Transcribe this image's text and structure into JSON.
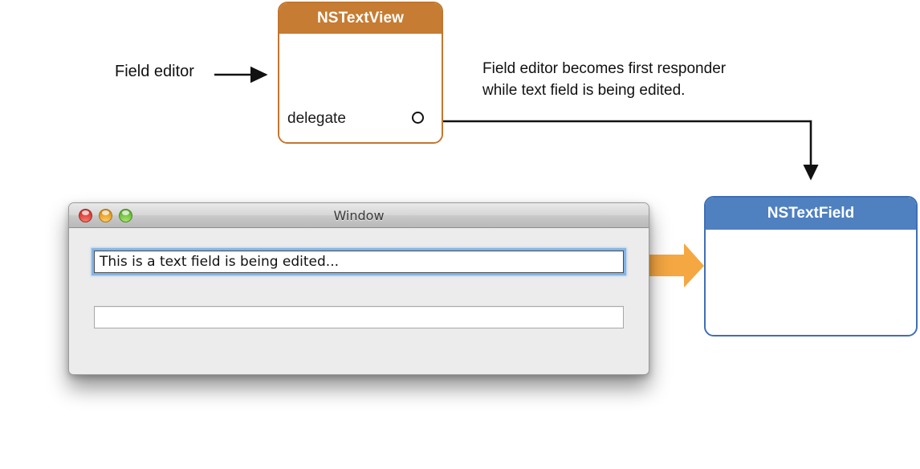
{
  "diagram": {
    "title_context": "Field editor and text field first responder relationship",
    "textview_box": {
      "class_name": "NSTextView",
      "outlet_label": "delegate",
      "socket_icon": "connection-socket-icon",
      "border_color": "#C2762D",
      "header_color": "#C67C32"
    },
    "textfield_box": {
      "class_name": "NSTextField",
      "border_color": "#3F6FB5",
      "header_color": "#4F80C0"
    },
    "annotations": {
      "field_editor_label": "Field editor",
      "callout_line_1": "Field editor becomes first responder",
      "callout_line_2": "while text field is being edited."
    },
    "connectors": {
      "pointer_arrow_color": "#111111",
      "delegate_arrow_color": "#111111",
      "emphasis_arrow_color": "#F5A games"
    }
  },
  "window": {
    "title": "Window",
    "traffic_lights": [
      {
        "name": "close-button",
        "color": "#e24b41"
      },
      {
        "name": "minimize-button",
        "color": "#eca72d"
      },
      {
        "name": "zoom-button",
        "color": "#79c83f"
      }
    ],
    "fields": [
      {
        "name": "focused-text-field",
        "value": "This is a text field is being edited...",
        "focused": true
      },
      {
        "name": "empty-text-field",
        "value": "",
        "focused": false
      }
    ]
  },
  "colors": {
    "orange_accent": "#F5A742",
    "window_chrome": "#ECECEC",
    "focus_ring": "#7AAFE5"
  }
}
